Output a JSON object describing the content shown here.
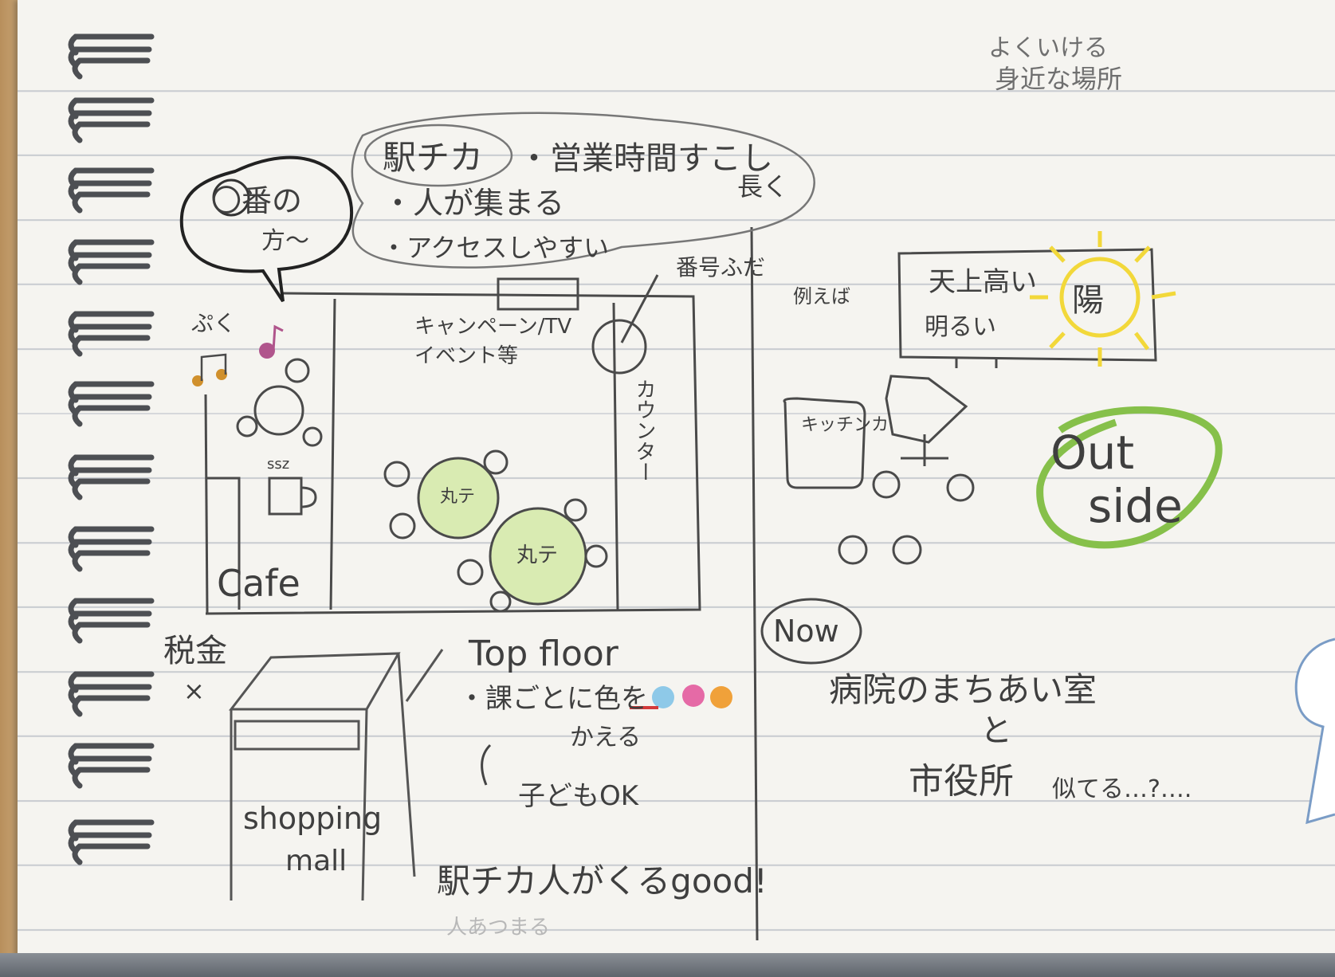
{
  "image": {
    "kind": "photo of handwritten notebook sketch",
    "colors": {
      "paper": "#f5f4f0",
      "rule_lines": "#c9ccd1",
      "pencil": "#3f3f3f",
      "highlight_yellow": "#f2d83a",
      "highlight_green": "#a9d25a",
      "marker_green": "#86c04a",
      "dot_blue": "#8ec9e8",
      "dot_pink": "#e56aa6",
      "dot_orange": "#f0a13a",
      "underline_red": "#d43a3a",
      "music_note": "#b0558c",
      "wood": "#c9ab80"
    }
  },
  "top_note": {
    "line1": "よくいける",
    "line2": "身近な場所"
  },
  "thought_bubble": {
    "station": "駅チカ",
    "hours": "・営業時間すこし",
    "hours2": "長く",
    "people": "・人が集まる",
    "access": "・アクセスしやすい"
  },
  "speech_bubble": {
    "line1": "〇番の",
    "line2": "方〜"
  },
  "cafe_area": {
    "sound": "ぷく",
    "steam": "ssz",
    "label": "Cafe"
  },
  "room": {
    "ticket_label": "番号ふだ",
    "tv_label": "キャンペーン/TV",
    "event_label": "イベント等",
    "counter_label": "カウンター",
    "table1_label": "丸テ",
    "table2_label": "丸テ"
  },
  "outside": {
    "example_label": "例えば",
    "ceiling": "天上高い",
    "bright": "明るい",
    "sun_label": "陽",
    "kitchen_label": "キッチンカ",
    "outside_line1": "Out",
    "outside_line2": "side"
  },
  "now_section": {
    "badge": "Now",
    "line1": "病院のまちあい室",
    "line2": "と",
    "line3": "市役所",
    "line4": "似てる…?…."
  },
  "bottom_left": {
    "tax": "税金",
    "cross": "×",
    "mall_line1": "shopping",
    "mall_line2": "mall"
  },
  "bottom_center": {
    "title": "Top floor",
    "colors_line": "・課ごとに色を",
    "change": "かえる",
    "kids": "子どもOK",
    "station_good": "駅チカ人がくるgood!",
    "faint_note": "人あつまる"
  }
}
